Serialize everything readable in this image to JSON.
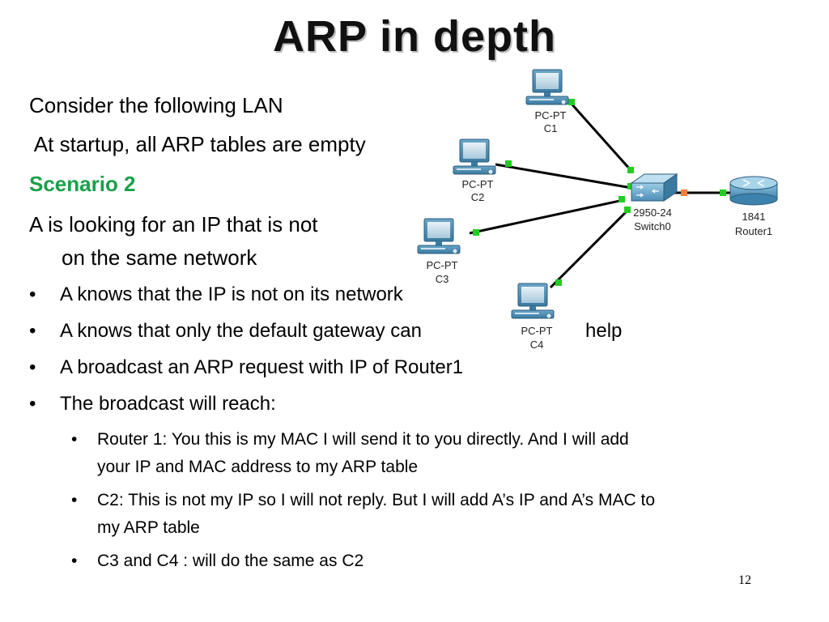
{
  "title": "ARP in depth",
  "intro": {
    "line1": "Consider the following LAN",
    "line2": " At startup, all ARP tables are empty",
    "scenario": "Scenario 2",
    "line3": "A is looking for an IP that is not",
    "line3b": "on the same network"
  },
  "bullets": [
    "A knows that the IP is not on its network",
    "A knows that only the default gateway can",
    "A broadcast an ARP request with IP of Router1",
    "The broadcast will reach:"
  ],
  "bullet_help_word": "help",
  "bullet_symbol": "•",
  "sub_bullets": [
    {
      "line1": "Router 1: You this is my MAC I will send it to you directly. And I will add",
      "line2": "your IP and MAC address to my ARP table"
    },
    {
      "line1": "C2: This is not my IP so I will not reply. But I will add A’s IP and A’s MAC to",
      "line2": "my ARP table"
    },
    {
      "line1": "C3 and C4 : will do the same as C2",
      "line2": ""
    }
  ],
  "network": {
    "pcs": [
      {
        "type": "PC-PT",
        "name": "C1"
      },
      {
        "type": "PC-PT",
        "name": "C2"
      },
      {
        "type": "PC-PT",
        "name": "C3"
      },
      {
        "type": "PC-PT",
        "name": "C4"
      }
    ],
    "switch": {
      "model": "2950-24",
      "name": "Switch0"
    },
    "router": {
      "model": "1841",
      "name": "Router1"
    },
    "colors": {
      "link_up": "#22cc22",
      "link_pending": "#f08040",
      "device_blue": "#4a90b8"
    }
  },
  "page_number": "12"
}
